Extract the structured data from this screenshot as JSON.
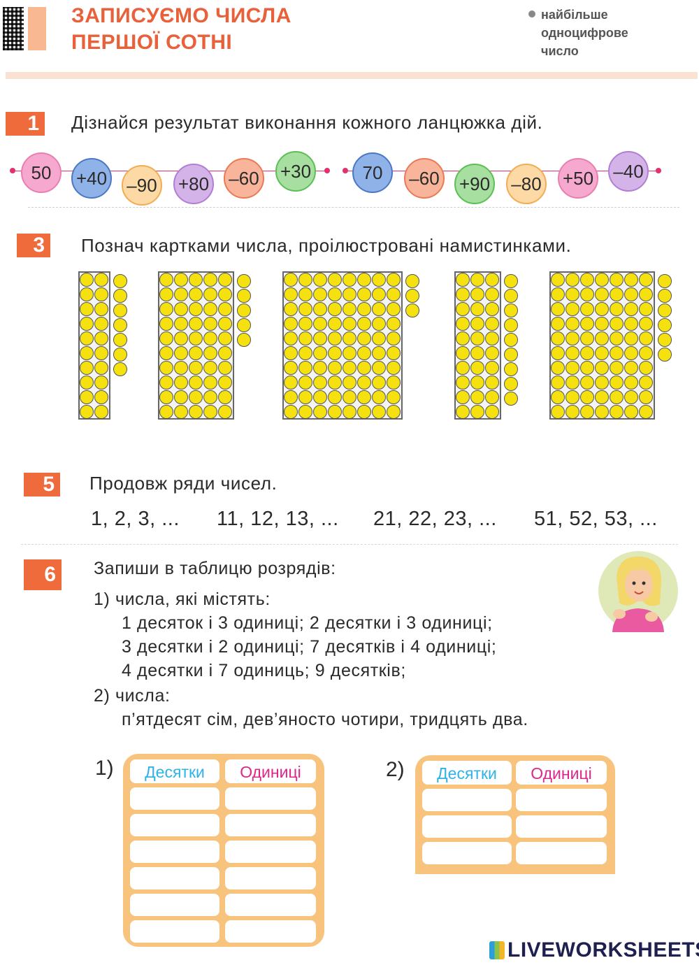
{
  "header": {
    "title_line1": "ЗАПИСУЄМО ЧИСЛА",
    "title_line2": "ПЕРШОЇ СОТНІ",
    "note_line1": "найбільше",
    "note_line2": "одноцифрове",
    "note_line3": "число"
  },
  "task1": {
    "number": "1",
    "text": "Дізнайся результат виконання кожного ланцюжка дій.",
    "chain1": [
      "50",
      "+40",
      "–90",
      "+80",
      "–60",
      "+30"
    ],
    "chain2": [
      "70",
      "–60",
      "+90",
      "–80",
      "+50",
      "–40"
    ],
    "colors": {
      "pink": "#f7a8cf",
      "blue": "#6b96d8",
      "orange": "#fac98a",
      "purple": "#c9a4e0",
      "salmon": "#f7a487",
      "green": "#8fd68a"
    }
  },
  "task3": {
    "number": "3",
    "text": "Познач картками числа, проілюстровані намистинками.",
    "groups": [
      {
        "tens": 2,
        "ones": 7
      },
      {
        "tens": 5,
        "ones": 5
      },
      {
        "tens": 8,
        "ones": 3
      },
      {
        "tens": 3,
        "ones": 9
      },
      {
        "tens": 7,
        "ones": 6
      }
    ],
    "bead_color": "#f5e10f"
  },
  "task5": {
    "number": "5",
    "text": "Продовж ряди чисел.",
    "rows": [
      "1, 2, 3, ...",
      "11, 12, 13, ...",
      "21, 22, 23, ...",
      "51, 52, 53, ..."
    ]
  },
  "task6": {
    "number": "6",
    "intro": "Запиши в таблицю розрядів:",
    "lines": [
      "1) числа, які містять:",
      "1 десяток і 3 одиниці; 2 десятки і 3 одиниці;",
      "3 десятки і 2 одиниці; 7 десятків і 4 одиниці;",
      "4 десятки і 7 одиниць; 9 десятків;",
      "2) числа:",
      "п’ятдесят сім, дев’яносто чотири, тридцять два."
    ],
    "table1": {
      "label": "1)",
      "col1": "Десятки",
      "col2": "Одиниці",
      "rows": 6
    },
    "table2": {
      "label": "2)",
      "col1": "Десятки",
      "col2": "Одиниці",
      "rows": 3
    },
    "header_colors": {
      "tens": "#2fb3e6",
      "ones": "#e0258c"
    }
  },
  "footer": {
    "brand": "LIVEWORKSHEETS"
  }
}
